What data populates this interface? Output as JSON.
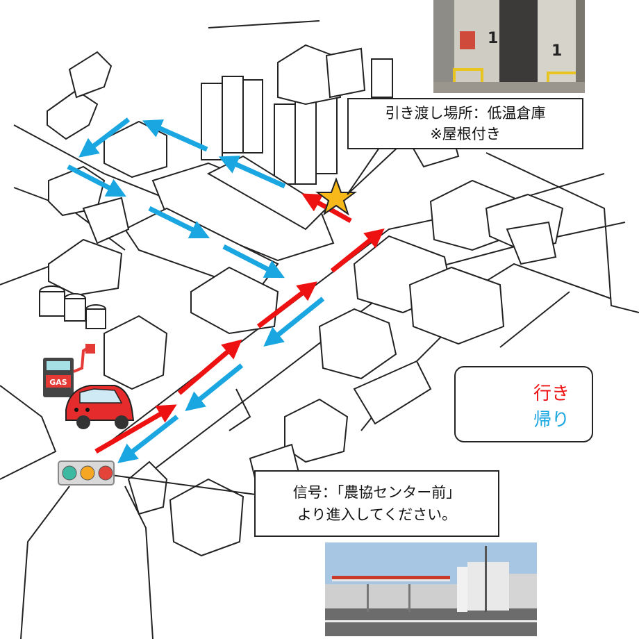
{
  "callouts": {
    "handover": {
      "line1": "引き渡し場所：低温倉庫",
      "line2": "※屋根付き"
    },
    "signal": {
      "line1": "信号：「農協センター前」",
      "line2": "より進入してください。"
    }
  },
  "legend": {
    "go": {
      "label": "行き",
      "color": "#ee1111"
    },
    "return": {
      "label": "帰り",
      "color": "#1aa6e0"
    }
  },
  "icons": {
    "gas_station_sign": "GAS",
    "gas_station": "gas-station-icon",
    "car": "car-icon",
    "traffic_light": "traffic-light-icon",
    "destination": "star-icon"
  },
  "photos": {
    "warehouse_door_sign": "1"
  },
  "colors": {
    "go_arrow": "#ee1111",
    "return_arrow": "#1aa6e0",
    "star": "#f7b91a",
    "line": "#222222"
  }
}
